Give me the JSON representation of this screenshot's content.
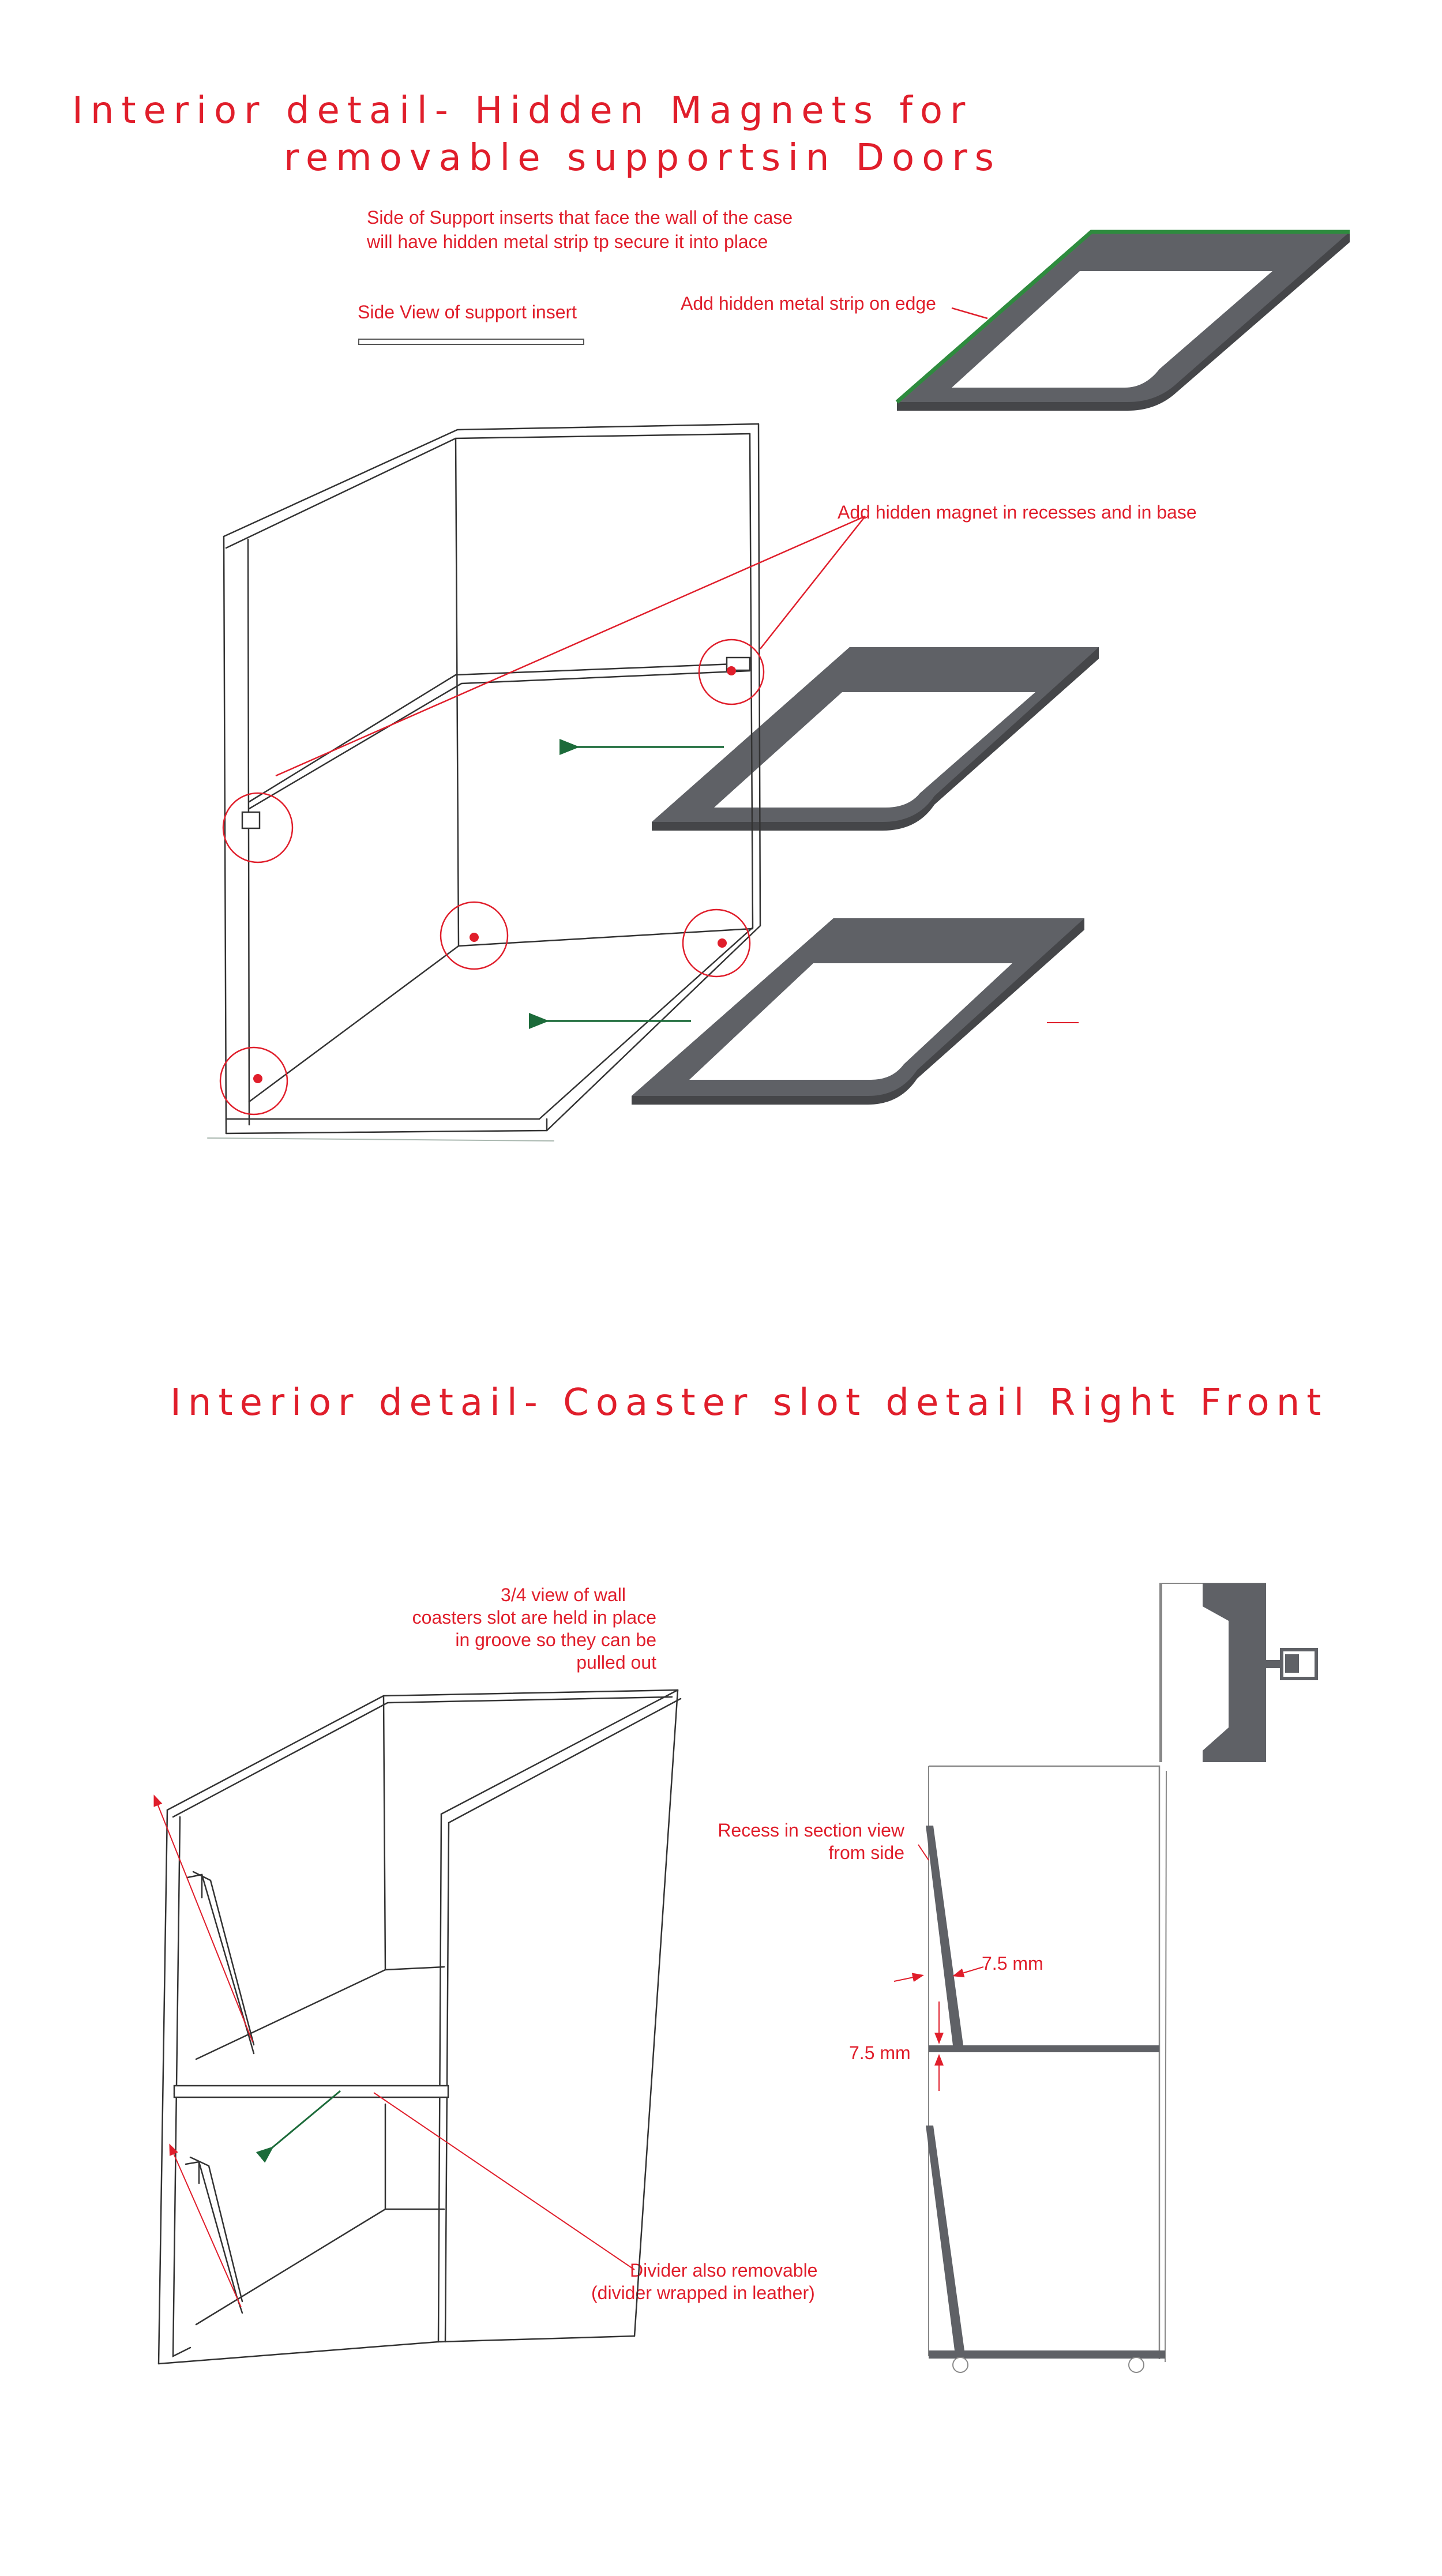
{
  "section1": {
    "title_line1": "Interior detail- Hidden Magnets for",
    "title_line2": "removable supportsin Doors",
    "note_support_line1": "Side of Support inserts that face the wall of the case",
    "note_support_line2": "will have hidden metal strip tp secure it into place",
    "side_view_label": "Side View  of support insert",
    "metal_strip_label": "Add hidden metal strip on edge",
    "magnet_label": "Add hidden magnet in recesses and in base"
  },
  "section2": {
    "title": "Interior detail- Coaster slot detail Right Front",
    "wall_view_line1": "3/4 view of wall",
    "wall_view_line2": "coasters slot  are held in place",
    "wall_view_line3": "in groove so they can be",
    "wall_view_line4": "pulled out",
    "recess_line1": "Recess in section view",
    "recess_line2": "from side",
    "dimension_1": "7.5 mm",
    "dimension_2": "7.5 mm",
    "divider_line1": "Divider also removable",
    "divider_line2": "(divider wrapped in leather)"
  },
  "colors": {
    "annotation_red": "#e01e2b",
    "insert_grey": "#5f6166",
    "metal_strip_green": "#2e8b3e",
    "arrow_green": "#1c6b3a",
    "sketch_line": "#333333"
  }
}
